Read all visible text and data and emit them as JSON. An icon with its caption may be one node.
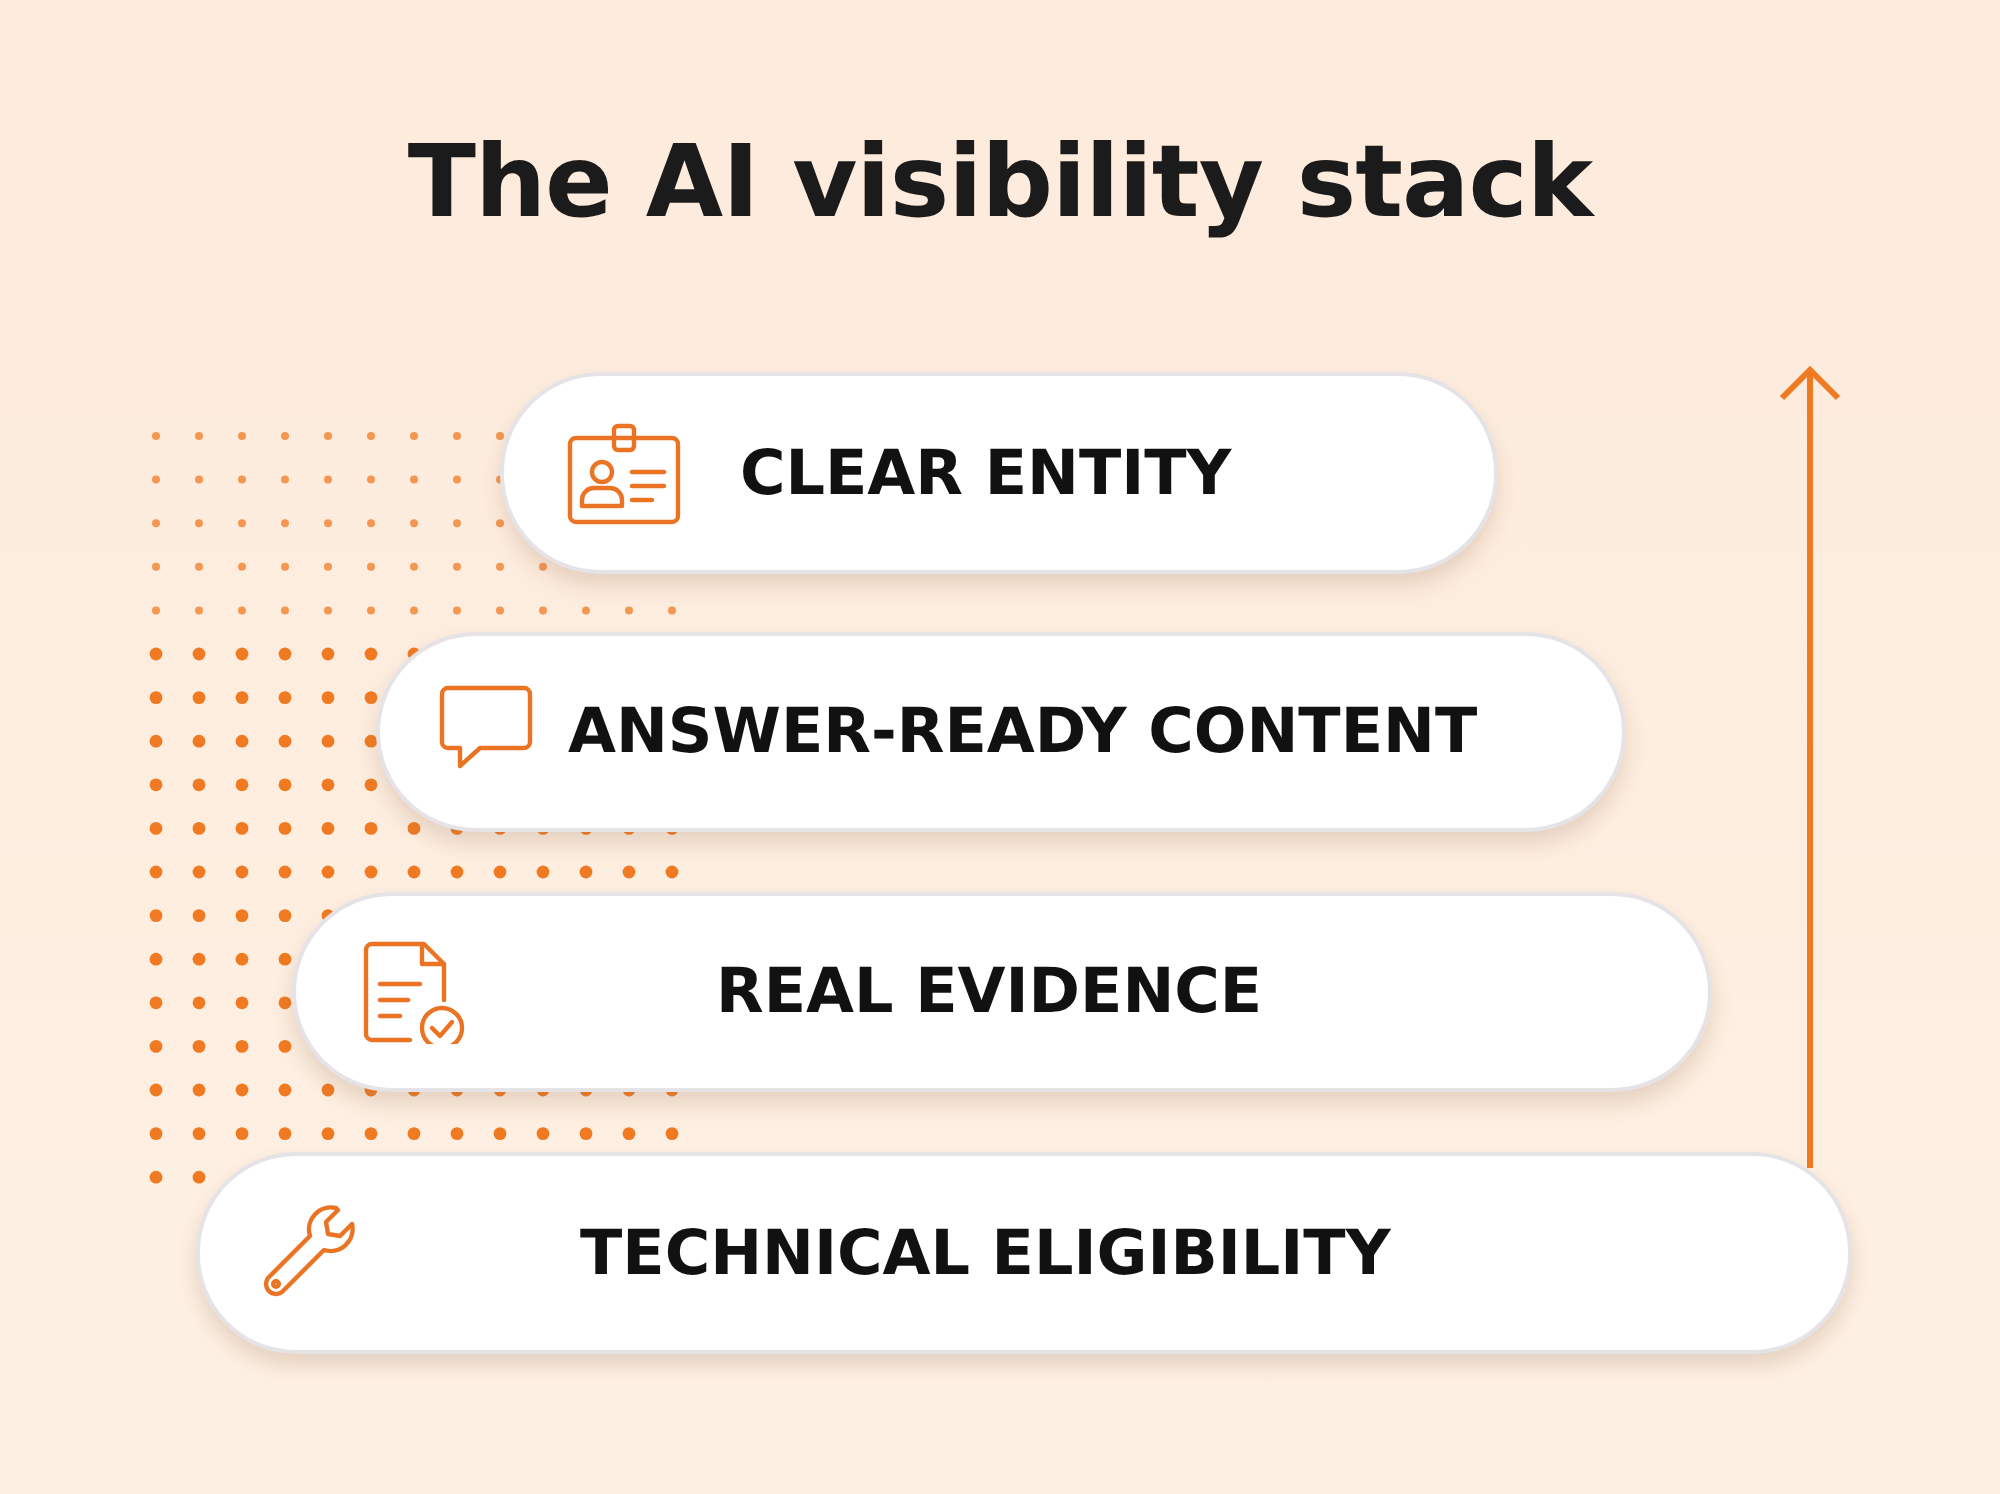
{
  "diagram": {
    "title": "The AI visibility stack",
    "nodes": [
      {
        "text": [
          "CLEAR ENTITY"
        ]
      },
      {
        "text": [
          "ANSWER-READY CONTENT"
        ]
      },
      {
        "text": [
          "REAL EVIDENCE"
        ]
      },
      {
        "text": [
          "TECHNICAL ELIGIBILITY"
        ]
      }
    ],
    "edges": []
  }
}
